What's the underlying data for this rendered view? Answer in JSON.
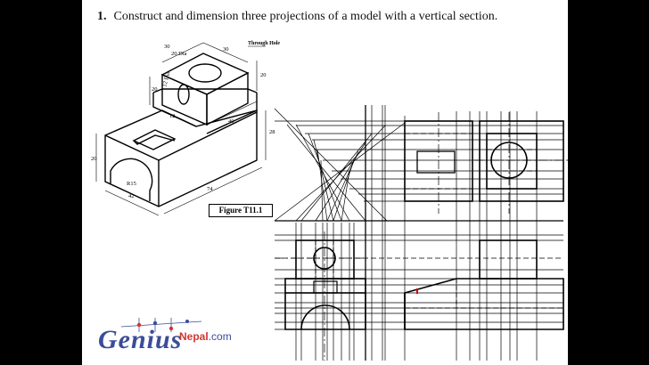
{
  "question": {
    "number": "1.",
    "text": "Construct and dimension three projections of a model with a vertical section."
  },
  "figure": {
    "label": "Figure T11.1",
    "callout_through_hole": "Through Hole",
    "dimensions": {
      "d30_top": "30",
      "d20dia": "20 Dia",
      "d30_side": "30",
      "d20_right": "20",
      "d12dia": "12 Dia",
      "d20_left": "20",
      "d12": "12",
      "d40": "40",
      "d28": "28",
      "d20_front": "20",
      "r15": "R15",
      "d42": "42",
      "d74": "74"
    }
  },
  "logo": {
    "name_main": "Genius",
    "name_part1": "Nepal",
    "name_part2": ".com"
  },
  "colors": {
    "background": "#000000",
    "page": "#ffffff",
    "ink": "#000000",
    "logo_blue": "#3a4d9a",
    "logo_red": "#d2352f",
    "marker_red": "#cc0000"
  }
}
